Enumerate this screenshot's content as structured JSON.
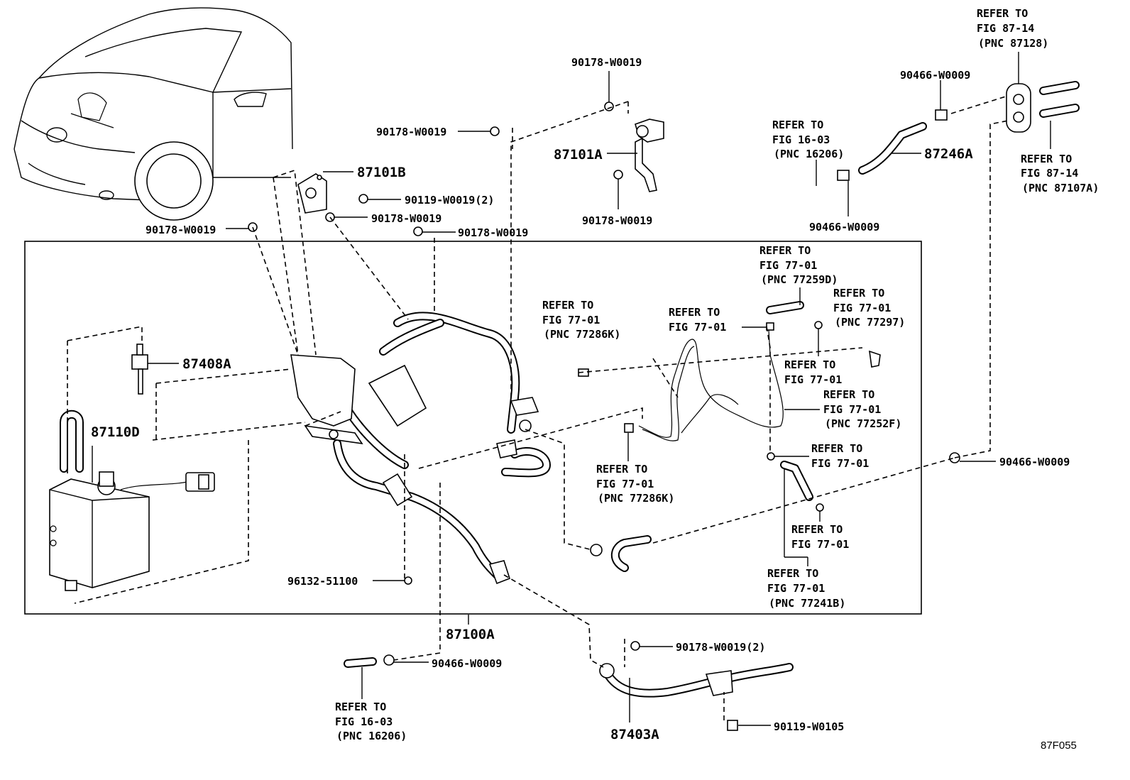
{
  "diagram_code": "87F055",
  "labels": {
    "l_90178_top": "90178-W0019",
    "l_87101A": "87101A",
    "l_90178_87101A_bottom": "90178-W0019",
    "l_90178_upper_left": "90178-W0019",
    "l_87101B": "87101B",
    "l_90119_2": "90119-W0019(2)",
    "l_90178_mid": "90178-W0019",
    "l_90178_left": "90178-W0019",
    "l_90178_center": "90178-W0019",
    "l_87408A": "87408A",
    "l_87110D": "87110D",
    "l_96132": "96132-51100",
    "l_87100A": "87100A",
    "l_90466_bottom": "90466-W0009",
    "l_90178_2_bottom": "90178-W0019(2)",
    "l_87403A": "87403A",
    "l_90119_w0105": "90119-W0105",
    "l_90466_topright": "90466-W0009",
    "l_87246A": "87246A",
    "l_90466_mid_top": "90466-W0009",
    "l_90466_right": "90466-W0009"
  },
  "refs": {
    "r_87128": [
      "REFER TO",
      "FIG 87-14",
      "(PNC 87128)"
    ],
    "r_87107A": [
      "REFER TO",
      "FIG 87-14",
      "(PNC 87107A)"
    ],
    "r_16206_top": [
      "REFER TO",
      "FIG 16-03",
      "(PNC 16206)"
    ],
    "r_77259D": [
      "REFER TO",
      "FIG 77-01",
      "(PNC 77259D)"
    ],
    "r_77297": [
      "REFER TO",
      "FIG 77-01",
      "(PNC 77297)"
    ],
    "r_77286K_top": [
      "REFER TO",
      "FIG 77-01",
      "(PNC 77286K)"
    ],
    "r_77_01_a": [
      "REFER TO",
      "FIG 77-01"
    ],
    "r_77_01_b": [
      "REFER TO",
      "FIG 77-01"
    ],
    "r_77252F": [
      "REFER TO",
      "FIG 77-01",
      "(PNC 77252F)"
    ],
    "r_77286K_bot": [
      "REFER TO",
      "FIG 77-01",
      "(PNC 77286K)"
    ],
    "r_77_01_c": [
      "REFER TO",
      "FIG 77-01"
    ],
    "r_77_01_d": [
      "REFER TO",
      "FIG 77-01"
    ],
    "r_77241B": [
      "REFER TO",
      "FIG 77-01",
      "(PNC 77241B)"
    ],
    "r_16206_bot": [
      "REFER TO",
      "FIG 16-03",
      "(PNC 16206)"
    ]
  }
}
